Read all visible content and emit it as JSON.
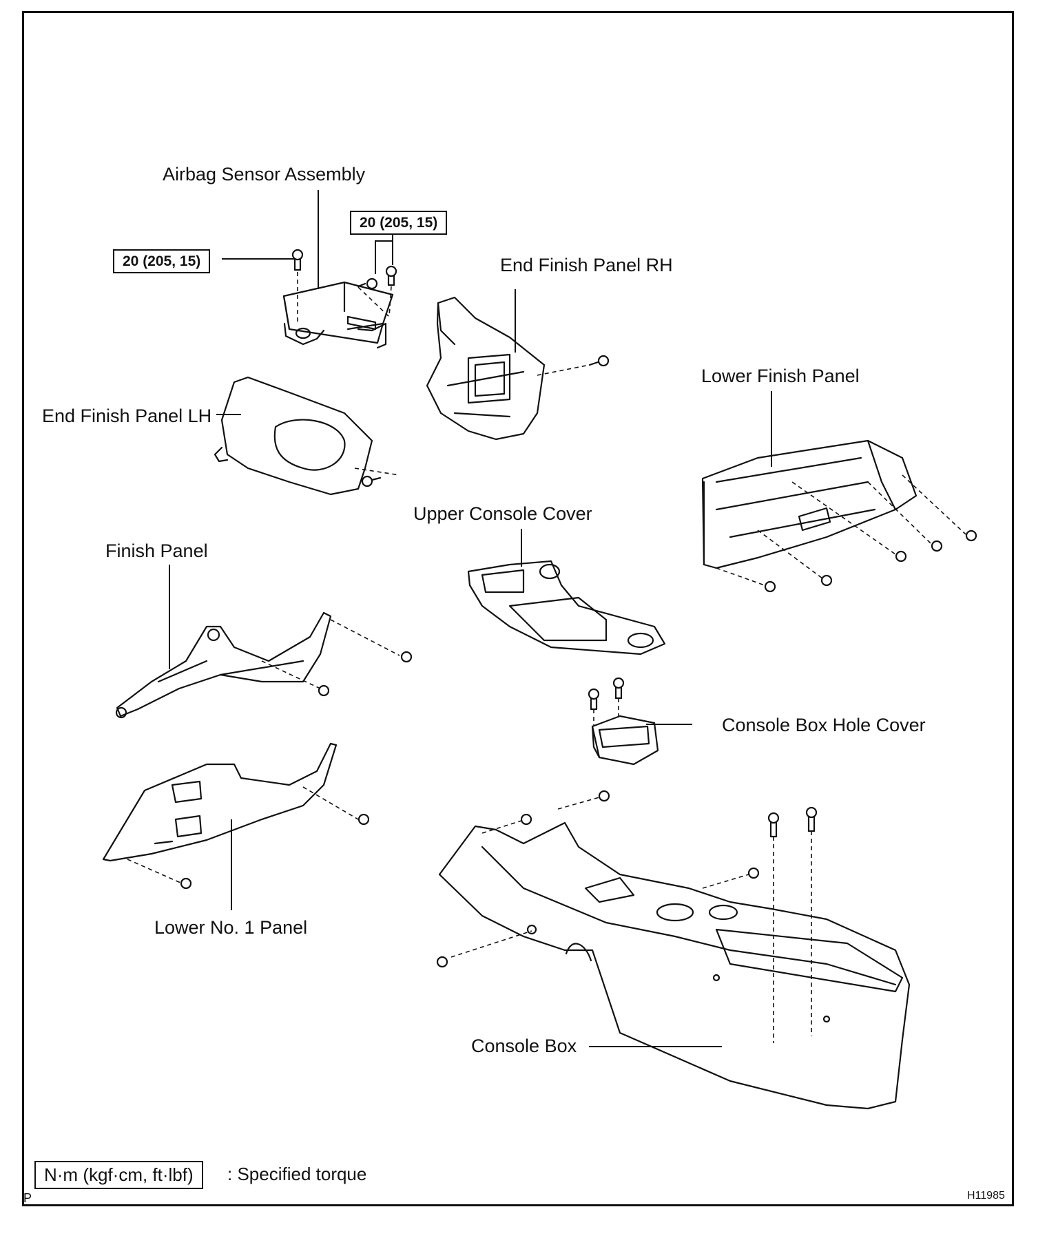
{
  "labels": {
    "airbag_sensor": "Airbag Sensor Assembly",
    "end_finish_rh": "End Finish Panel RH",
    "end_finish_lh": "End Finish Panel LH",
    "lower_finish": "Lower Finish Panel",
    "upper_console": "Upper Console Cover",
    "finish_panel": "Finish Panel",
    "console_hole_cover": "Console Box Hole Cover",
    "lower_no1": "Lower No. 1 Panel",
    "console_box": "Console Box"
  },
  "torque": {
    "left": "20 (205, 15)",
    "right": "20 (205, 15)"
  },
  "legend": {
    "unit_box": "N·m (kgf·cm, ft·lbf)",
    "description": ": Specified torque"
  },
  "corner": {
    "left": "P",
    "code": "H11985"
  }
}
